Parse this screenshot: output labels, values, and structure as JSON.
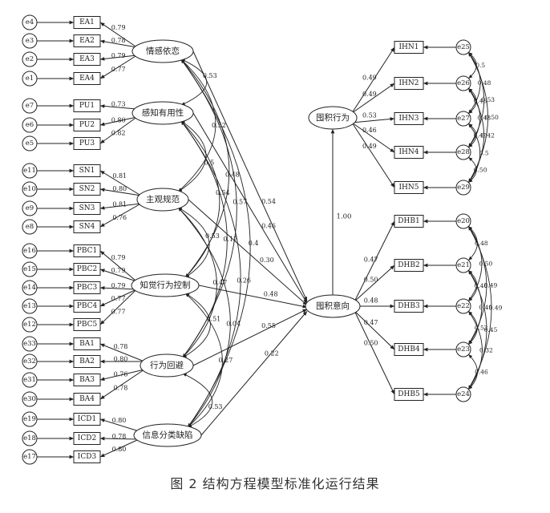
{
  "caption": "图 2   结构方程模型标准化运行结果",
  "latents": [
    {
      "id": "EA_l",
      "label": "情感依恋"
    },
    {
      "id": "PU_l",
      "label": "感知有用性"
    },
    {
      "id": "SN_l",
      "label": "主观规范"
    },
    {
      "id": "PBC_l",
      "label": "知觉行为控制"
    },
    {
      "id": "BA_l",
      "label": "行为回避"
    },
    {
      "id": "ICD_l",
      "label": "信息分类缺陷"
    },
    {
      "id": "HI_l",
      "label": "囤积意向"
    },
    {
      "id": "HB_l",
      "label": "囤积行为"
    }
  ],
  "left_indicators": [
    {
      "id": "EA1",
      "label": "EA1",
      "error": "e4",
      "latent": "EA_l",
      "loading": "0.79"
    },
    {
      "id": "EA2",
      "label": "EA2",
      "error": "e3",
      "latent": "EA_l",
      "loading": "0.78"
    },
    {
      "id": "EA3",
      "label": "EA3",
      "error": "e2",
      "latent": "EA_l",
      "loading": "0.79"
    },
    {
      "id": "EA4",
      "label": "EA4",
      "error": "e1",
      "latent": "EA_l",
      "loading": "0.77"
    },
    {
      "id": "PU1",
      "label": "PU1",
      "error": "e7",
      "latent": "PU_l",
      "loading": "0.73"
    },
    {
      "id": "PU2",
      "label": "PU2",
      "error": "e6",
      "latent": "PU_l",
      "loading": "0.80"
    },
    {
      "id": "PU3",
      "label": "PU3",
      "error": "e5",
      "latent": "PU_l",
      "loading": "0.82"
    },
    {
      "id": "SN1",
      "label": "SN1",
      "error": "e11",
      "latent": "SN_l",
      "loading": "0.81"
    },
    {
      "id": "SN2",
      "label": "SN2",
      "error": "e10",
      "latent": "SN_l",
      "loading": "0.80"
    },
    {
      "id": "SN3",
      "label": "SN3",
      "error": "e9",
      "latent": "SN_l",
      "loading": "0.81"
    },
    {
      "id": "SN4",
      "label": "SN4",
      "error": "e8",
      "latent": "SN_l",
      "loading": "0.76"
    },
    {
      "id": "PBC1",
      "label": "PBC1",
      "error": "e16",
      "latent": "PBC_l",
      "loading": "0.79"
    },
    {
      "id": "PBC2",
      "label": "PBC2",
      "error": "e15",
      "latent": "PBC_l",
      "loading": "0.79"
    },
    {
      "id": "PBC3",
      "label": "PBC3",
      "error": "e14",
      "latent": "PBC_l",
      "loading": "0.79"
    },
    {
      "id": "PBC4",
      "label": "PBC4",
      "error": "e13",
      "latent": "PBC_l",
      "loading": "0.77"
    },
    {
      "id": "PBC5",
      "label": "PBC5",
      "error": "e12",
      "latent": "PBC_l",
      "loading": "0.77"
    },
    {
      "id": "BA1",
      "label": "BA1",
      "error": "e33",
      "latent": "BA_l",
      "loading": "0.78"
    },
    {
      "id": "BA2",
      "label": "BA2",
      "error": "e32",
      "latent": "BA_l",
      "loading": "0.80"
    },
    {
      "id": "BA3",
      "label": "BA3",
      "error": "e31",
      "latent": "BA_l",
      "loading": "0.76"
    },
    {
      "id": "BA4",
      "label": "BA4",
      "error": "e30",
      "latent": "BA_l",
      "loading": "0.78"
    },
    {
      "id": "ICD1",
      "label": "ICD1",
      "error": "e19",
      "latent": "ICD_l",
      "loading": "0.80"
    },
    {
      "id": "ICD2",
      "label": "ICD2",
      "error": "e18",
      "latent": "ICD_l",
      "loading": "0.78"
    },
    {
      "id": "ICD3",
      "label": "ICD3",
      "error": "e17",
      "latent": "ICD_l",
      "loading": "0.80"
    }
  ],
  "right_indicators": [
    {
      "id": "IHN1",
      "label": "IHN1",
      "error": "e25",
      "latent": "HB_l",
      "loading": "0.49"
    },
    {
      "id": "IHN2",
      "label": "IHN2",
      "error": "e26",
      "latent": "HB_l",
      "loading": "0.49"
    },
    {
      "id": "IHN3",
      "label": "IHN3",
      "error": "e27",
      "latent": "HB_l",
      "loading": "0.53"
    },
    {
      "id": "IHN4",
      "label": "IHN4",
      "error": "e28",
      "latent": "HB_l",
      "loading": "0.46"
    },
    {
      "id": "IHN5",
      "label": "IHN5",
      "error": "e29",
      "latent": "HB_l",
      "loading": "0.49"
    },
    {
      "id": "DHB1",
      "label": "DHB1",
      "error": "e20",
      "latent": "HI_l",
      "loading": "0.47"
    },
    {
      "id": "DHB2",
      "label": "DHB2",
      "error": "e21",
      "latent": "HI_l",
      "loading": "0.50"
    },
    {
      "id": "DHB3",
      "label": "DHB3",
      "error": "e22",
      "latent": "HI_l",
      "loading": "0.48"
    },
    {
      "id": "DHB4",
      "label": "DHB4",
      "error": "e23",
      "latent": "HI_l",
      "loading": "0.47"
    },
    {
      "id": "DHB5",
      "label": "DHB5",
      "error": "e24",
      "latent": "HI_l",
      "loading": "0.50"
    }
  ],
  "paths": [
    {
      "from": "EA_l",
      "to": "HI_l",
      "value": "0.54"
    },
    {
      "from": "PU_l",
      "to": "HI_l",
      "value": "0.46"
    },
    {
      "from": "SN_l",
      "to": "HI_l",
      "value": "0.30"
    },
    {
      "from": "PBC_l",
      "to": "HI_l",
      "value": "0.48"
    },
    {
      "from": "BA_l",
      "to": "HI_l",
      "value": "0.55"
    },
    {
      "from": "ICD_l",
      "to": "HI_l",
      "value": "0.22"
    },
    {
      "from": "HI_l",
      "to": "HB_l",
      "value": "1.00"
    }
  ],
  "covariances": [
    {
      "a": "EA_l",
      "b": "PU_l",
      "value": "0.53"
    },
    {
      "a": "EA_l",
      "b": "SN_l",
      "value": "0.52"
    },
    {
      "a": "EA_l",
      "b": "PBC_l",
      "value": "0.48"
    },
    {
      "a": "EA_l",
      "b": "BA_l",
      "value": "0.57"
    },
    {
      "a": "EA_l",
      "b": "ICD_l",
      "value": "0.4"
    },
    {
      "a": "PU_l",
      "b": "SN_l",
      "value": "0.5"
    },
    {
      "a": "PU_l",
      "b": "PBC_l",
      "value": "0.54"
    },
    {
      "a": "PU_l",
      "b": "BA_l",
      "value": "0.17"
    },
    {
      "a": "PU_l",
      "b": "ICD_l",
      "value": "0.26"
    },
    {
      "a": "SN_l",
      "b": "PBC_l",
      "value": "0.53"
    },
    {
      "a": "SN_l",
      "b": "BA_l",
      "value": "0.47"
    },
    {
      "a": "SN_l",
      "b": "ICD_l",
      "value": "0.04"
    },
    {
      "a": "PBC_l",
      "b": "BA_l",
      "value": "0.51"
    },
    {
      "a": "PBC_l",
      "b": "ICD_l",
      "value": "0.27"
    },
    {
      "a": "BA_l",
      "b": "ICD_l",
      "value": "0.53"
    }
  ],
  "error_covariances": [
    {
      "a": "e25",
      "b": "e26",
      "value": "0.5"
    },
    {
      "a": "e25",
      "b": "e27",
      "value": "0.48"
    },
    {
      "a": "e25",
      "b": "e28",
      "value": "0.53"
    },
    {
      "a": "e25",
      "b": "e29",
      "value": "0.50"
    },
    {
      "a": "e26",
      "b": "e27",
      "value": "0.46"
    },
    {
      "a": "e26",
      "b": "e28",
      "value": "0.48"
    },
    {
      "a": "e26",
      "b": "e29",
      "value": "0.42"
    },
    {
      "a": "e27",
      "b": "e28",
      "value": "0.40"
    },
    {
      "a": "e27",
      "b": "e29",
      "value": "0.5"
    },
    {
      "a": "e28",
      "b": "e29",
      "value": "0.50"
    },
    {
      "a": "e20",
      "b": "e21",
      "value": "0.48"
    },
    {
      "a": "e20",
      "b": "e22",
      "value": "0.50"
    },
    {
      "a": "e20",
      "b": "e23",
      "value": "0.49"
    },
    {
      "a": "e20",
      "b": "e24",
      "value": "0.49"
    },
    {
      "a": "e21",
      "b": "e22",
      "value": "0.48"
    },
    {
      "a": "e21",
      "b": "e23",
      "value": "0.49"
    },
    {
      "a": "e21",
      "b": "e24",
      "value": "0.45"
    },
    {
      "a": "e22",
      "b": "e23",
      "value": "0.52"
    },
    {
      "a": "e22",
      "b": "e24",
      "value": "0.32"
    },
    {
      "a": "e23",
      "b": "e24",
      "value": "0.46"
    }
  ]
}
